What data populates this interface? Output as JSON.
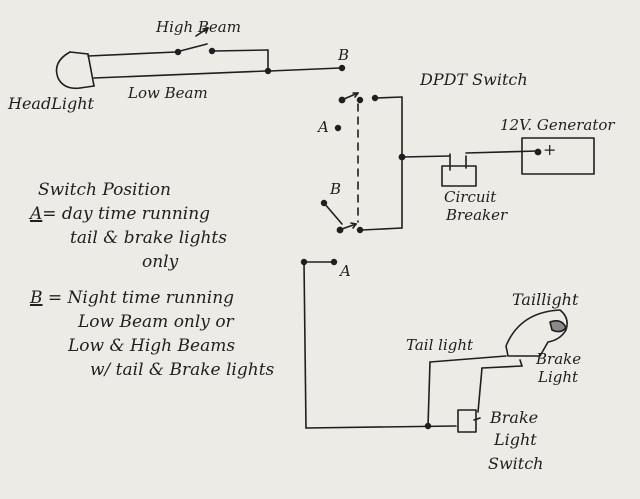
{
  "labels": {
    "high_beam": "High Beam",
    "low_beam": "Low Beam",
    "headlight": "HeadLight",
    "b_top": "B",
    "dpdt_switch": "DPDT Switch",
    "generator": "12V. Generator",
    "generator_plus": "+",
    "circuit_breaker_1": "Circuit",
    "circuit_breaker_2": "Breaker",
    "a_upper": "A",
    "b_lower": "B",
    "a_lower": "A",
    "taillight_top": "Taillight",
    "tail_light": "Tail light",
    "brake_light_1": "Brake",
    "brake_light_2": "Light",
    "brake_switch_1": "Brake",
    "brake_switch_2": "Light",
    "brake_switch_3": "Switch"
  },
  "notes": {
    "title": "Switch Position",
    "a_key": "A",
    "a_line1": "= day time running",
    "a_line2": "tail & brake lights",
    "a_line3": "only",
    "b_key": "B",
    "b_line1": " = Night time running",
    "b_line2": "Low Beam only or",
    "b_line3": "Low & High Beams",
    "b_line4": "w/ tail & Brake lights"
  },
  "colors": {
    "paper": "#ecebe6",
    "ink": "#1f1f1f"
  }
}
